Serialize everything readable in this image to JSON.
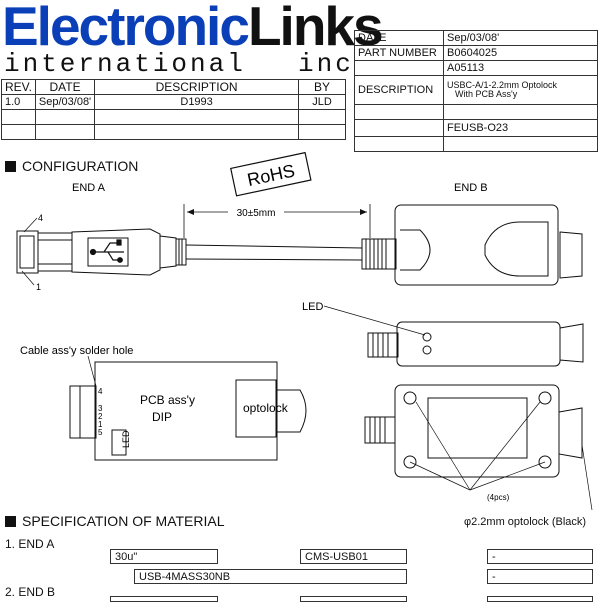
{
  "logo": {
    "top_a": "Electronic",
    "top_b": "Links",
    "bottom_a": "international",
    "bottom_b": "inc"
  },
  "rev_table": {
    "headers": [
      "REV.",
      "DATE",
      "DESCRIPTION",
      "BY"
    ],
    "row": [
      "1.0",
      "Sep/03/08'",
      "D1993",
      "JLD"
    ]
  },
  "info_table": {
    "date_label": "DATE",
    "date_value": "Sep/03/08'",
    "part_label": "PART NUMBER",
    "part_value": "B0604025",
    "part_value2": "A05113",
    "desc_label": "DESCRIPTION",
    "desc_line1": "USBC-A/1-2.2mm Optolock",
    "desc_line2": "With PCB Ass'y",
    "code": "FEUSB-O23"
  },
  "configuration": {
    "title": "CONFIGURATION",
    "rohs": "RoHS",
    "end_a": "END A",
    "end_b": "END B",
    "length": "30±5mm",
    "pin4": "4",
    "pin1": "1",
    "led": "LED",
    "solder_hole": "Cable ass'y solder hole",
    "pcb_line1": "PCB ass'y",
    "pcb_line2": "DIP",
    "optolock": "optolock",
    "pcb_led": "LED",
    "pins": [
      "4",
      "3",
      "2",
      "1",
      "5"
    ],
    "screw_count": "(4pcs)",
    "optolock_note": "φ2.2mm optolock (Black)"
  },
  "specification": {
    "title": "SPECIFICATION OF MATERIAL",
    "item1": "1. END A",
    "item1_cells": [
      "30u\"",
      "CMS-USB01",
      "-"
    ],
    "item1_row2": [
      "USB-4MASS30NB",
      "-"
    ],
    "item2": "2. END B"
  }
}
